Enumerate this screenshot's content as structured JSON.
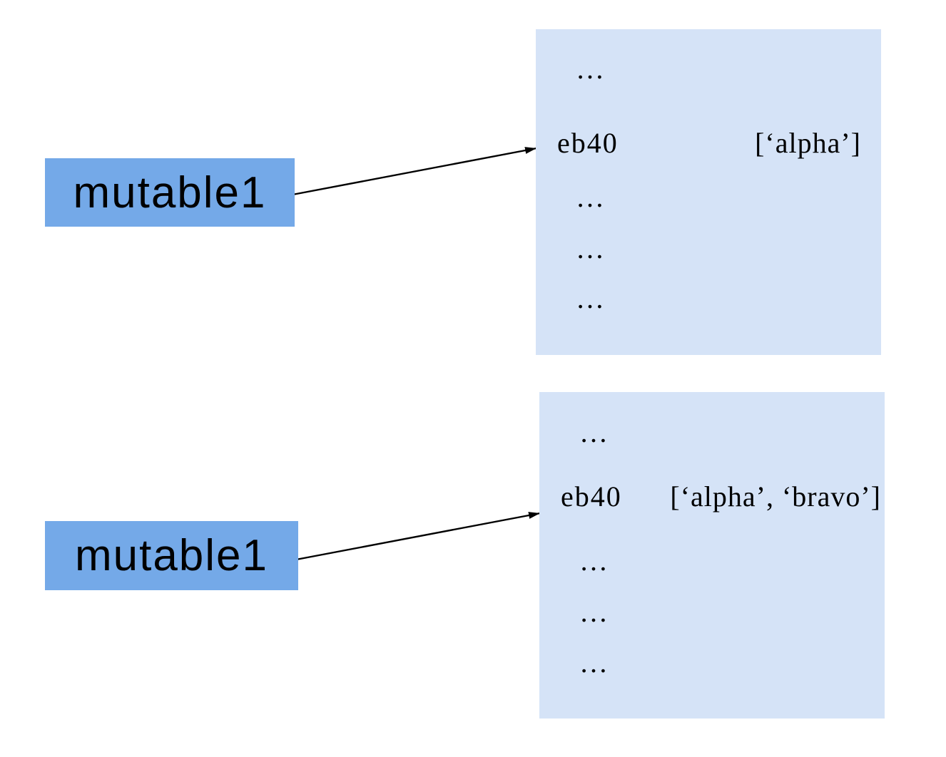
{
  "colors": {
    "label_box": "#74a9e8",
    "memory_box": "#d5e3f7",
    "arrow": "#000000",
    "text": "#000000"
  },
  "diagrams": [
    {
      "label": "mutable1",
      "memory": {
        "rows": [
          {
            "address": "…",
            "value": ""
          },
          {
            "address": "eb40",
            "value": "[‘alpha’]"
          },
          {
            "address": "…",
            "value": ""
          },
          {
            "address": "…",
            "value": ""
          },
          {
            "address": "…",
            "value": ""
          }
        ]
      }
    },
    {
      "label": "mutable1",
      "memory": {
        "rows": [
          {
            "address": "…",
            "value": ""
          },
          {
            "address": "eb40",
            "value": "[‘alpha’, ‘bravo’]"
          },
          {
            "address": "…",
            "value": ""
          },
          {
            "address": "…",
            "value": ""
          },
          {
            "address": "…",
            "value": ""
          }
        ]
      }
    }
  ]
}
